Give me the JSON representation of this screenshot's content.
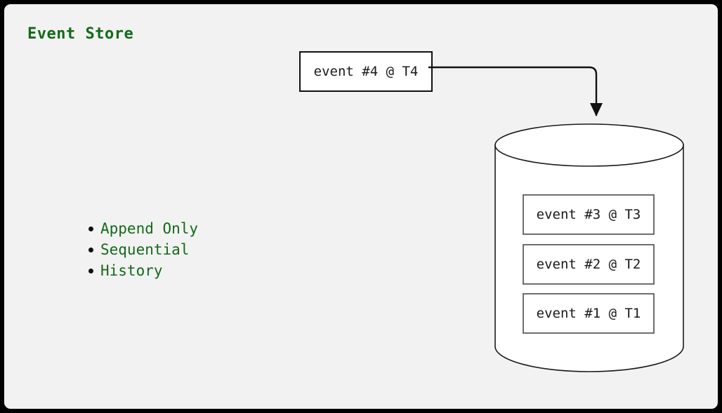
{
  "panel": {
    "background_color": "#f2f2f2",
    "outer_color": "#000000"
  },
  "title": "Event Store",
  "colors": {
    "accent_green": "#14691a",
    "box_border": "#111111",
    "stored_box_border": "#6e6e6e",
    "arrow": "#111111",
    "cylinder_stroke": "#1a1a1a",
    "cylinder_fill": "#ffffff"
  },
  "properties": {
    "items": [
      {
        "label": "Append Only",
        "bullet": "bullet-dot"
      },
      {
        "label": "Sequential",
        "bullet": "bullet-dot"
      },
      {
        "label": "History",
        "bullet": "bullet-dot"
      }
    ]
  },
  "incoming_event": {
    "label": "event #4 @ T4"
  },
  "arrow": {
    "icon": "arrow-down-icon",
    "direction": "right-then-down",
    "from": "incoming-event-box",
    "to": "event-store-cylinder"
  },
  "event_store": {
    "shape": "cylinder-icon",
    "stored_events": [
      {
        "label": "event #3 @ T3"
      },
      {
        "label": "event #2 @ T2"
      },
      {
        "label": "event #1 @ T1"
      }
    ]
  }
}
